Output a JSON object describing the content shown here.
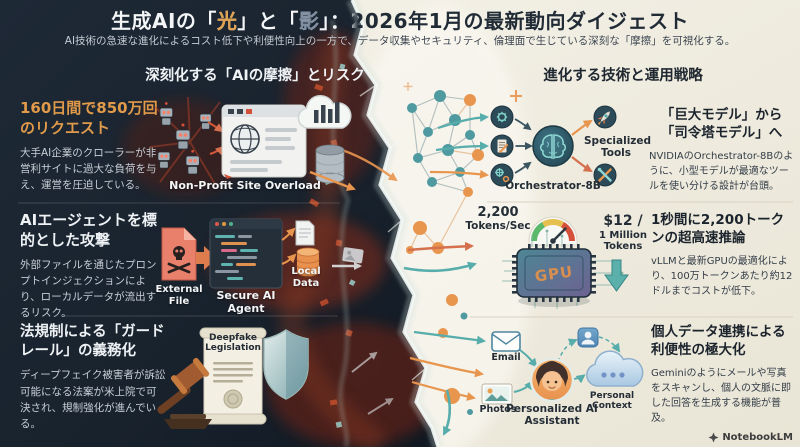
{
  "header": {
    "title_part1": "生成AIの「",
    "title_hikari": "光",
    "title_part2": "」と「",
    "title_kage": "影",
    "title_part3": "」：2026年1月の最新動向ダイジェスト",
    "subtitle": "AI技術の急速な進化によるコスト低下や利便性向上の一方で、データ収集やセキュリティ、倫理面で生じている深刻な「摩擦」を可視化する。"
  },
  "left": {
    "heading": "深刻化する「AIの摩擦」とリスク",
    "item1": {
      "title": "160日間で850万回のリクエスト",
      "body": "大手AI企業のクローラーが非営利サイトに過大な負荷を与え、運営を圧迫している。",
      "label": "Non-Profit Site Overload"
    },
    "item2": {
      "title": "AIエージェントを標的とした攻撃",
      "body": "外部ファイルを通じたプロンプトインジェクションにより、ローカルデータが流出するリスク。",
      "label_file": "External File",
      "label_agent": "Secure AI Agent",
      "label_data": "Local Data"
    },
    "item3": {
      "title": "法規制による「ガードレール」の義務化",
      "body": "ディープフェイク被害者が訴訟可能になる法案が米上院で可決され、規制強化が進んでいる。",
      "label_doc": "Deepfake Legislation"
    }
  },
  "right": {
    "heading": "進化する技術と運用戦略",
    "item1": {
      "title": "「巨大モデル」から「司令塔モデル」へ",
      "body": "NVIDIAのOrchestrator-8Bのように、小型モデルが最適なツールを使い分ける設計が台頭。",
      "label_hub": "Orchestrator-8B",
      "label_tools": "Specialized Tools"
    },
    "item2": {
      "title": "1秒間に2,200トークンの超高速推論",
      "body": "vLLMと最新GPUの最適化により、100万トークンあたり約12ドルまでコストが低下。",
      "speed_value": "2,200",
      "speed_unit": "Tokens/Sec",
      "price_value": "$12 /",
      "price_unit": "1 Million Tokens",
      "chip": "GPU"
    },
    "item3": {
      "title": "個人データ連携による利便性の極大化",
      "body": "Geminiのようにメールや写真をスキャンし、個人の文脈に即した回答を生成する機能が普及。",
      "label_email": "Email",
      "label_photos": "Photos",
      "label_assistant": "Personalized AI Assistant",
      "label_context": "Personal Context"
    }
  },
  "footer": {
    "brand": "NotebookLM"
  },
  "colors": {
    "accent_orange": "#e09a4a",
    "accent_teal": "#57adab",
    "dark_bg": "#1a242f",
    "light_bg": "#efebdf",
    "alert_red": "#c8502e"
  }
}
